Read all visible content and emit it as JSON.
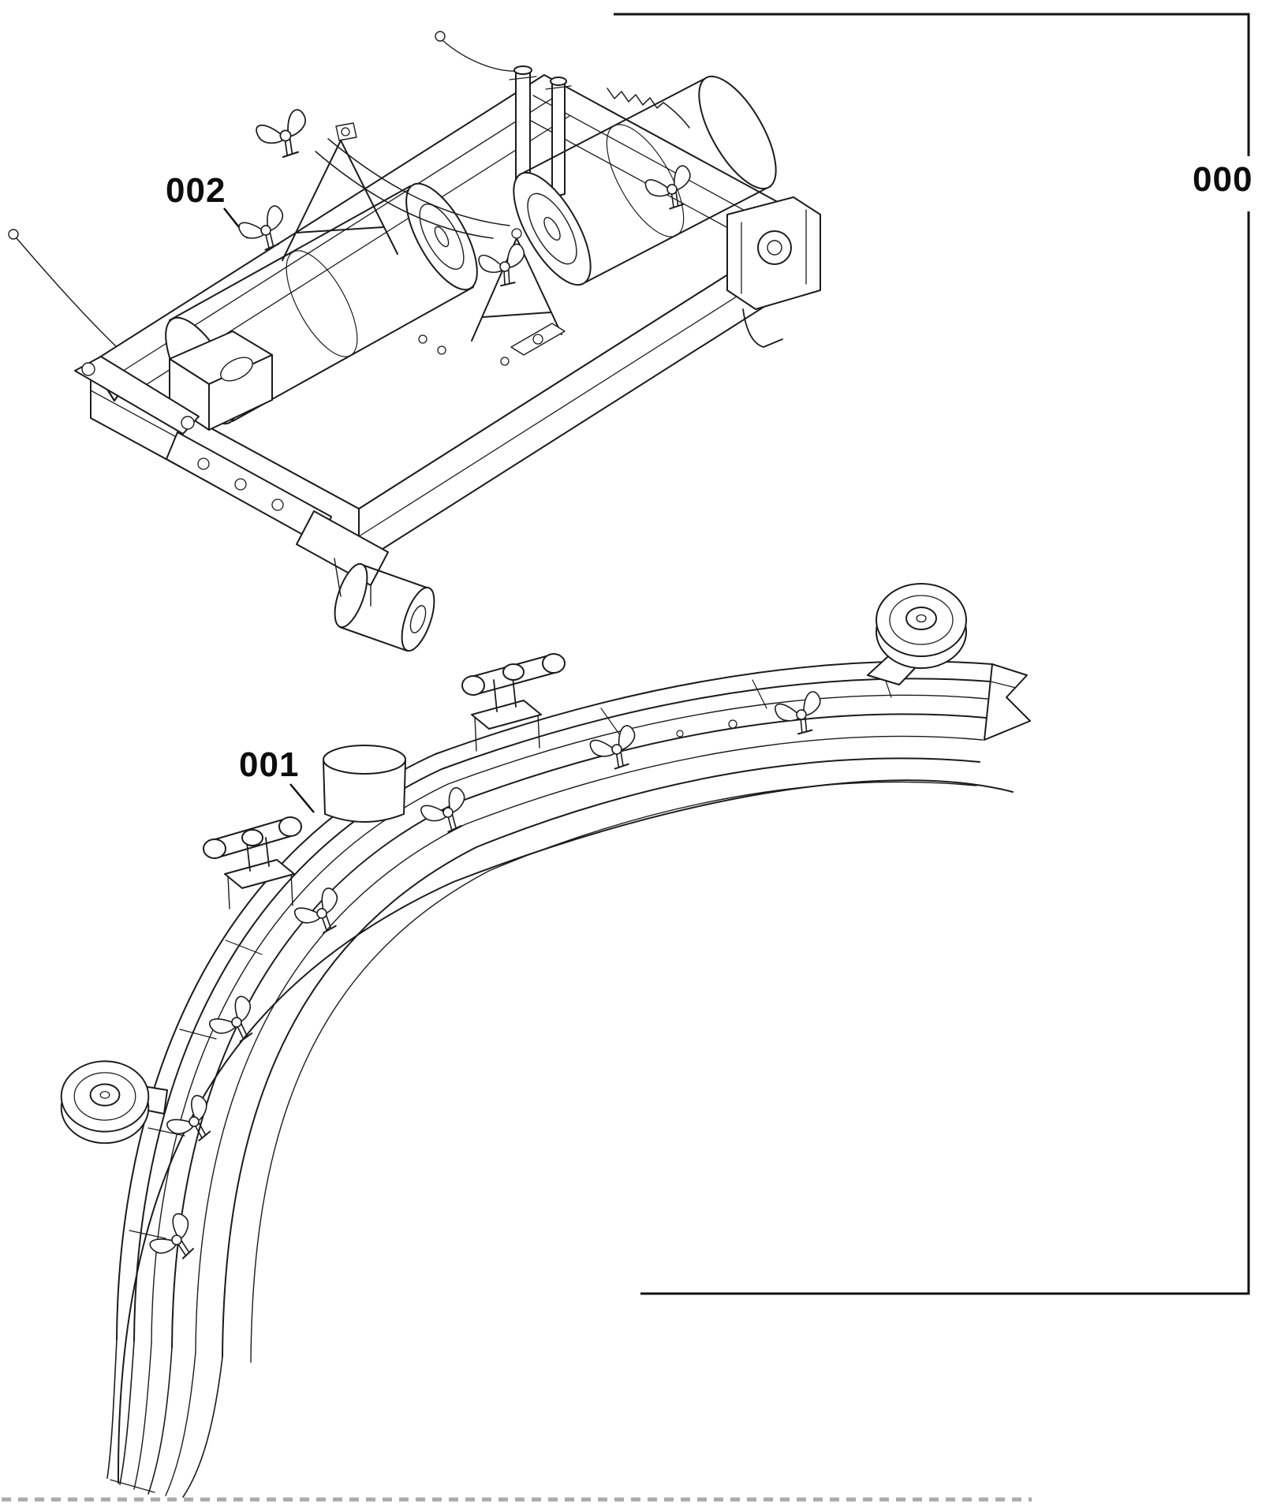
{
  "page": {
    "background": "#ffffff",
    "line_color": "#1c1c1c"
  },
  "labels": {
    "group": "000",
    "squeegee": "001",
    "deck": "002"
  }
}
